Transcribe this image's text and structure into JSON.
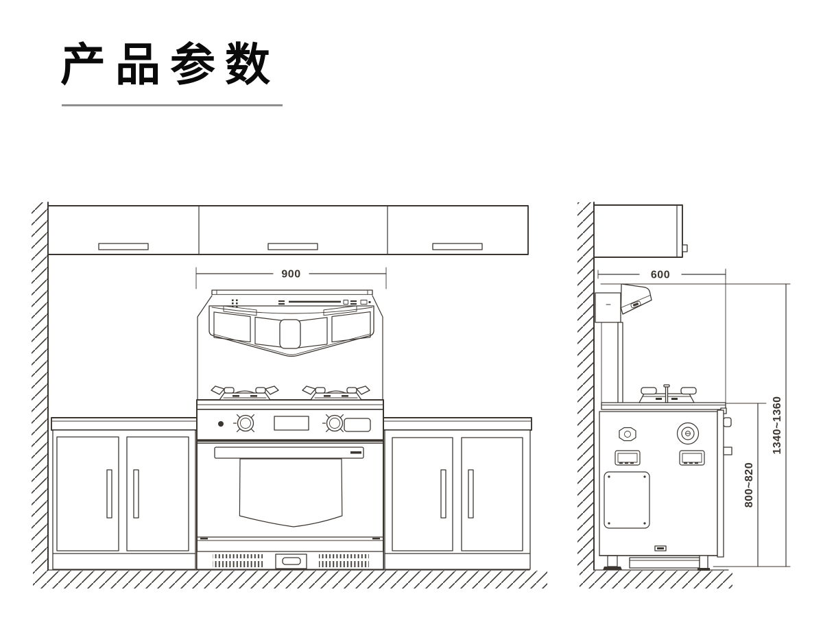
{
  "title": "产品参数",
  "colors": {
    "line": "#3b3530",
    "title": "#0a0a0a",
    "underline": "#8f8f8f",
    "background": "#ffffff"
  },
  "dimensions": {
    "hood_width": "900",
    "depth": "600",
    "overall_height": "1340~1360",
    "counter_height": "800~820"
  }
}
